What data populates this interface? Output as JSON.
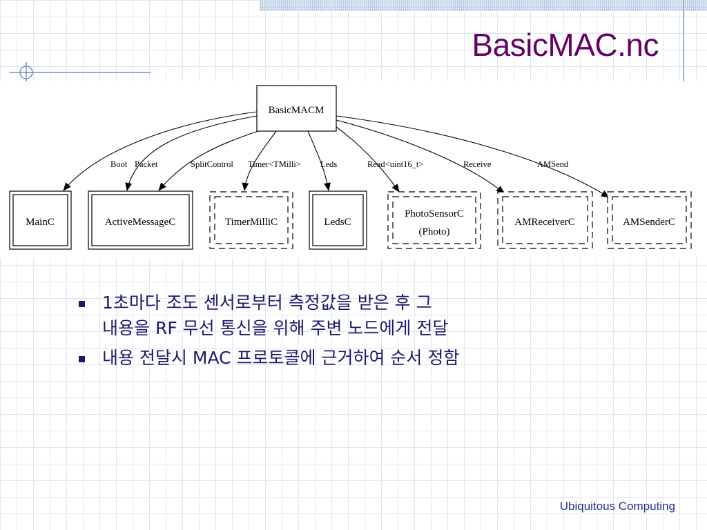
{
  "slide": {
    "title": "BasicMAC.nc",
    "footer": "Ubiquitous Computing"
  },
  "diagram": {
    "root": "BasicMACM",
    "nodes": [
      {
        "id": "MainC",
        "label": "MainC",
        "style": "double"
      },
      {
        "id": "ActiveMessageC",
        "label": "ActiveMessageC",
        "style": "double"
      },
      {
        "id": "TimerMilliC",
        "label": "TimerMilliC",
        "style": "dashed"
      },
      {
        "id": "LedsC",
        "label": "LedsC",
        "style": "double"
      },
      {
        "id": "PhotoSensorC",
        "label": "PhotoSensorC",
        "sublabel": "(Photo)",
        "style": "dashed"
      },
      {
        "id": "AMReceiverC",
        "label": "AMReceiverC",
        "style": "dashed"
      },
      {
        "id": "AMSenderC",
        "label": "AMSenderC",
        "style": "dashed"
      }
    ],
    "edges": [
      {
        "label": "Boot",
        "to": "MainC"
      },
      {
        "label": "Packet",
        "to": "ActiveMessageC"
      },
      {
        "label": "SplitControl",
        "to": "ActiveMessageC"
      },
      {
        "label": "Timer<TMilli>",
        "to": "TimerMilliC"
      },
      {
        "label": "Leds",
        "to": "LedsC"
      },
      {
        "label": "Read<uint16_t>",
        "to": "PhotoSensorC"
      },
      {
        "label": "Receive",
        "to": "AMReceiverC"
      },
      {
        "label": "AMSend",
        "to": "AMSenderC"
      }
    ]
  },
  "bullets": [
    {
      "line1": "1초마다 조도 센서로부터 측정값을 받은 후 그",
      "line2": "내용을 RF 무선 통신을 위해 주변 노드에게 전달"
    },
    {
      "line1": "내용 전달시 MAC 프로토콜에 근거하여 순서 정함",
      "line2": ""
    }
  ],
  "colors": {
    "title": "#660066",
    "bullet_text": "#1a1a6e",
    "footer": "#1f2f8f",
    "accent_line": "#9ab0d3"
  }
}
